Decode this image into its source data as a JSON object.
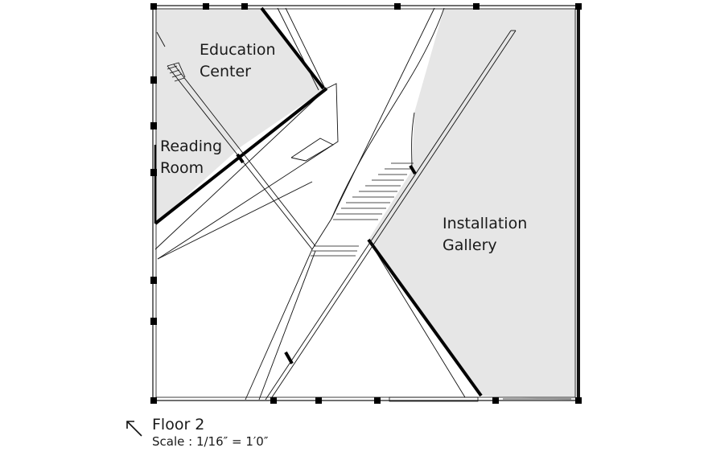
{
  "plan": {
    "rooms": [
      {
        "key": "education",
        "lines": [
          "Education",
          "Center"
        ]
      },
      {
        "key": "reading",
        "lines": [
          "Reading",
          "Room"
        ]
      },
      {
        "key": "installation",
        "lines": [
          "Installation",
          "Gallery"
        ]
      }
    ],
    "colors": {
      "room_fill": "#e6e6e6",
      "wall": "#000000",
      "line": "#111111"
    }
  },
  "caption": {
    "floor": "Floor 2",
    "scale": "Scale : 1/16″ = 1′0″"
  },
  "icons": {
    "north_arrow": "north-arrow-icon"
  }
}
